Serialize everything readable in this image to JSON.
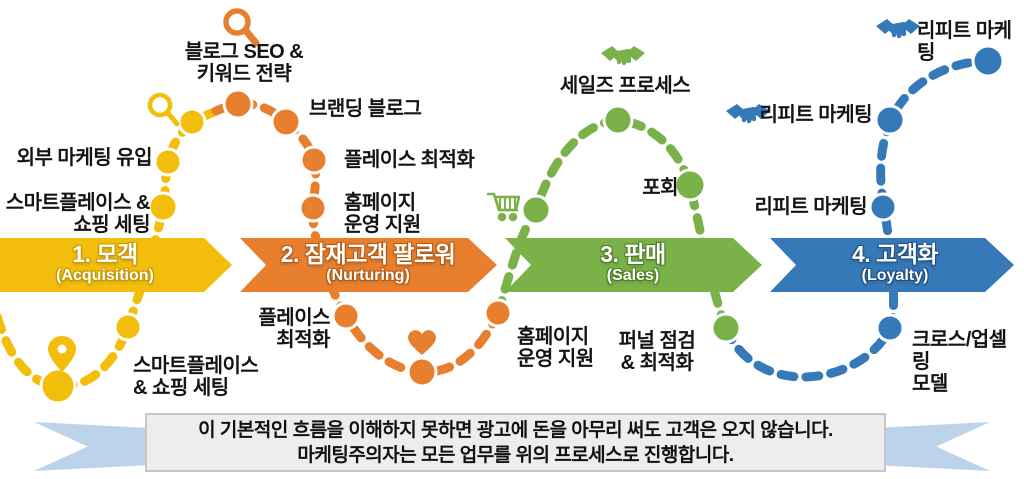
{
  "title": "마케팅 프로세스 다이어그램",
  "stages": [
    {
      "title": "1. 모객",
      "subtitle": "(Acquisition)",
      "color": "#f3be0b"
    },
    {
      "title": "2. 잠재고객 팔로워",
      "subtitle": "(Nurturing)",
      "color": "#e87f2f"
    },
    {
      "title": "3. 판매",
      "subtitle": "(Sales)",
      "color": "#7ab249"
    },
    {
      "title": "4. 고객화",
      "subtitle": "(Loyalty)",
      "color": "#3579b8"
    }
  ],
  "labels": {
    "blog_seo": "블로그 SEO &\n키워드 전략",
    "external_inflow": "외부 마케팅 유입",
    "smartplace_top": "스마트플레이스 &\n쇼핑 세팅",
    "smartplace_bottom": "스마트플레이스\n& 쇼핑 세팅",
    "branding_blog": "브랜딩 블로그",
    "place_opt_top": "플레이스 최적화",
    "homepage_top": "홈페이지\n운영 지원",
    "place_opt_bottom": "플레이스\n최적화",
    "homepage_bottom": "홈페이지\n운영 지원",
    "sales_process": "세일즈 프로세스",
    "capture": "포회",
    "funnel_check": "퍼널 점검\n& 최적화",
    "cross_upsell": "크로스/업셀링\n모델",
    "repeat_marketing_bottom": "리피트 마케팅",
    "repeat_marketing_mid": "리피트 마케팅",
    "repeat_marketing_top": "리피트 마케팅"
  },
  "banner": {
    "text": "이 기본적인 흐름을 이해하지 못하면 광고에 돈을 아무리 써도 고객은 오지 않습니다.\n마케팅주의자는 모든 업무를 위의 프로세스로 진행합니다."
  },
  "icons": {
    "pin": "location-pin",
    "search_small": "magnifier-outline-yellow",
    "search_large": "magnifier-orange",
    "heart": "heart-orange",
    "cart": "shopping-cart-green",
    "handshake_green": "handshake-green",
    "handshake_blue_mid": "handshake-blue",
    "handshake_blue_top": "handshake-blue"
  },
  "colors": {
    "yellow": "#f3be0b",
    "orange": "#e87f2f",
    "green": "#7ab249",
    "blue": "#3579b8",
    "ribbon": "#bcd3ea",
    "banner_bg": "#ededed"
  }
}
